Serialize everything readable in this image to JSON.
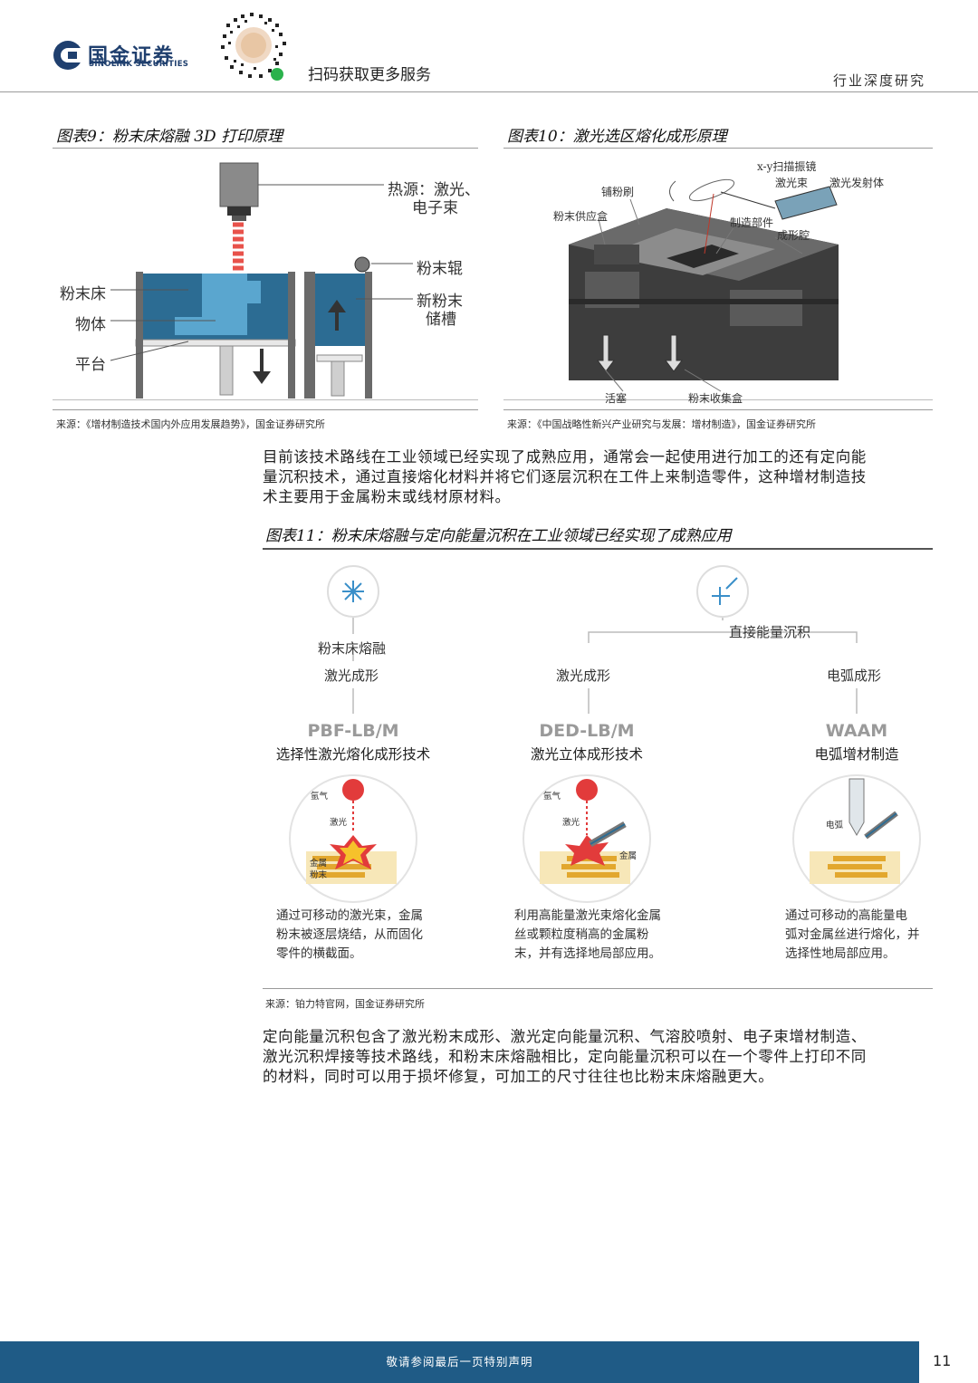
{
  "header": {
    "logo_cn": "国金证券",
    "logo_en": "SINOLINK SECURITIES",
    "scan_text": "扫码获取更多服务",
    "report_type": "行业深度研究"
  },
  "fig9": {
    "title": "图表9：粉末床熔融 3D 打印原理",
    "labels": {
      "heat_source_1": "热源：激光、",
      "heat_source_2": "电子束",
      "powder_roller": "粉末辊",
      "powder_bed": "粉末床",
      "object": "物体",
      "platform": "平台",
      "new_powder_1": "新粉末",
      "new_powder_2": "储槽"
    },
    "source": "来源：《增材制造技术国内外应用发展趋势》，国金证券研究所"
  },
  "fig10": {
    "title": "图表10：激光选区熔化成形原理",
    "labels": {
      "scan_mirror": "x-y扫描振镜",
      "laser_beam": "激光束",
      "laser_emitter": "激光发射体",
      "spreader": "铺粉刷",
      "supply_box": "粉末供应盒",
      "part": "制造部件",
      "chamber": "成形腔",
      "piston": "活塞",
      "collector": "粉末收集盒"
    },
    "source": "来源：《中国战略性新兴产业研究与发展：增材制造》，国金证券研究所"
  },
  "para1": {
    "lines": [
      "目前该技术路线在工业领域已经实现了成熟应用，通常会一起使用进行加工的还有定向能",
      "量沉积技术，通过直接熔化材料并将它们逐层沉积在工件上来制造零件，这种增材制造技",
      "术主要用于金属粉末或线材原材料。"
    ]
  },
  "fig11": {
    "title": "图表11：粉末床熔融与定向能量沉积在工业领域已经实现了成熟应用",
    "pbf_group": "粉末床熔融",
    "pbf_sub": "激光成形",
    "ded_group": "直接能量沉积",
    "ded_sub1": "激光成形",
    "ded_sub2": "电弧成形",
    "items": [
      {
        "code": "PBF-LB/M",
        "name": "选择性激光熔化成形技术",
        "tiny": [
          "氩气",
          "激光",
          "金属",
          "粉末"
        ],
        "desc": [
          "通过可移动的激光束，金属",
          "粉末被逐层烧结，从而固化",
          "零件的横截面。"
        ]
      },
      {
        "code": "DED-LB/M",
        "name": "激光立体成形技术",
        "tiny": [
          "氩气",
          "激光",
          "金属"
        ],
        "desc": [
          "利用高能量激光束熔化金属",
          "丝或颗粒度稍高的金属粉",
          "末，并有选择地局部应用。"
        ]
      },
      {
        "code": "WAAM",
        "name": "电弧增材制造",
        "tiny": [
          "电弧"
        ],
        "desc": [
          "通过可移动的高能量电",
          "弧对金属丝进行熔化，并",
          "选择性地局部应用。"
        ]
      }
    ],
    "source": "来源：铂力特官网，国金证券研究所"
  },
  "para2": {
    "lines": [
      "定向能量沉积包含了激光粉末成形、激光定向能量沉积、气溶胶喷射、电子束增材制造、",
      "激光沉积焊接等技术路线，和粉末床熔融相比，定向能量沉积可以在一个零件上打印不同",
      "的材料，同时可以用于损坏修复，可加工的尺寸往往也比粉末床熔融更大。"
    ]
  },
  "footer": {
    "notice": "敬请参阅最后一页特别声明",
    "page_number": "11"
  }
}
